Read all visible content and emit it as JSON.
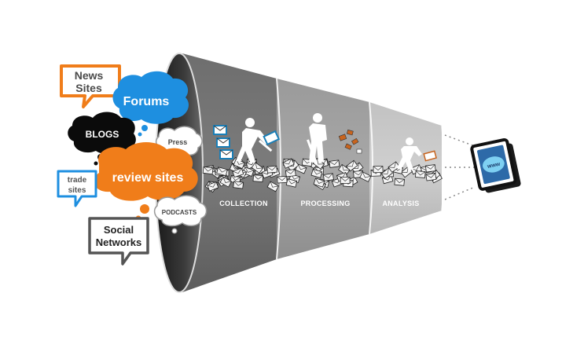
{
  "sources": {
    "news_sites": [
      "News",
      "Sites"
    ],
    "forums": "Forums",
    "blogs": "BLOGS",
    "press": "Press",
    "review_sites": "review sites",
    "trade_sites": [
      "trade",
      "sites"
    ],
    "podcasts": "PODCASTS",
    "social_networks": [
      "Social",
      "Networks"
    ]
  },
  "stages": [
    "COLLECTION",
    "PROCESSING",
    "ANALYSIS"
  ],
  "output": {
    "icon": "www-monitor-icon",
    "label": "www"
  },
  "colors": {
    "orange": "#f07d1a",
    "blue": "#1e8fe0",
    "black": "#0b0b0b",
    "funnel_dark": "#5a5a5a",
    "funnel_mid": "#8a8a8a",
    "funnel_light": "#bdbdbd"
  }
}
